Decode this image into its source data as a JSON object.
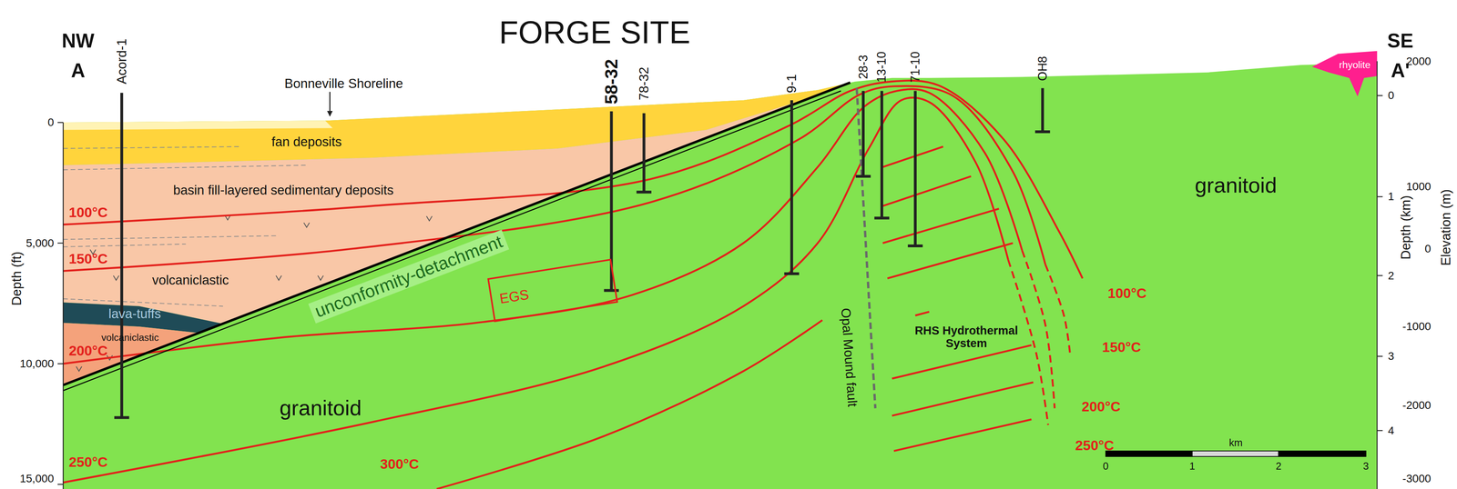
{
  "diagram": {
    "title": "FORGE SITE",
    "nodes": [
      {
        "text": [
          "EGS"
        ]
      }
    ],
    "labels": [
      "NW",
      "A",
      "SE",
      "A'",
      "Acord-1",
      "58-32",
      "78-32",
      "9-1",
      "28-3",
      "13-10",
      "71-10",
      "OH8",
      "Bonneville Shoreline",
      "fan deposits",
      "basin fill-layered sedimentary deposits",
      "volcaniclastic",
      "lava-tuffs",
      "volcaniclastic",
      "unconformity-detachment",
      "granitoid",
      "granitoid",
      "rhyolite",
      "Opal Mound fault",
      "RHS Hydrothermal System",
      "100°C",
      "150°C",
      "200°C",
      "250°C",
      "300°C",
      "100°C",
      "150°C",
      "200°C",
      "250°C",
      "Depth (ft)",
      "0",
      "5,000",
      "10,000",
      "15,000",
      "Depth (km)",
      "Elevation (m)",
      "0",
      "1",
      "2",
      "3",
      "4",
      "2000",
      "1000",
      "0",
      "-1000",
      "-2000",
      "-3000",
      "km",
      "0",
      "1",
      "2",
      "3"
    ]
  }
}
